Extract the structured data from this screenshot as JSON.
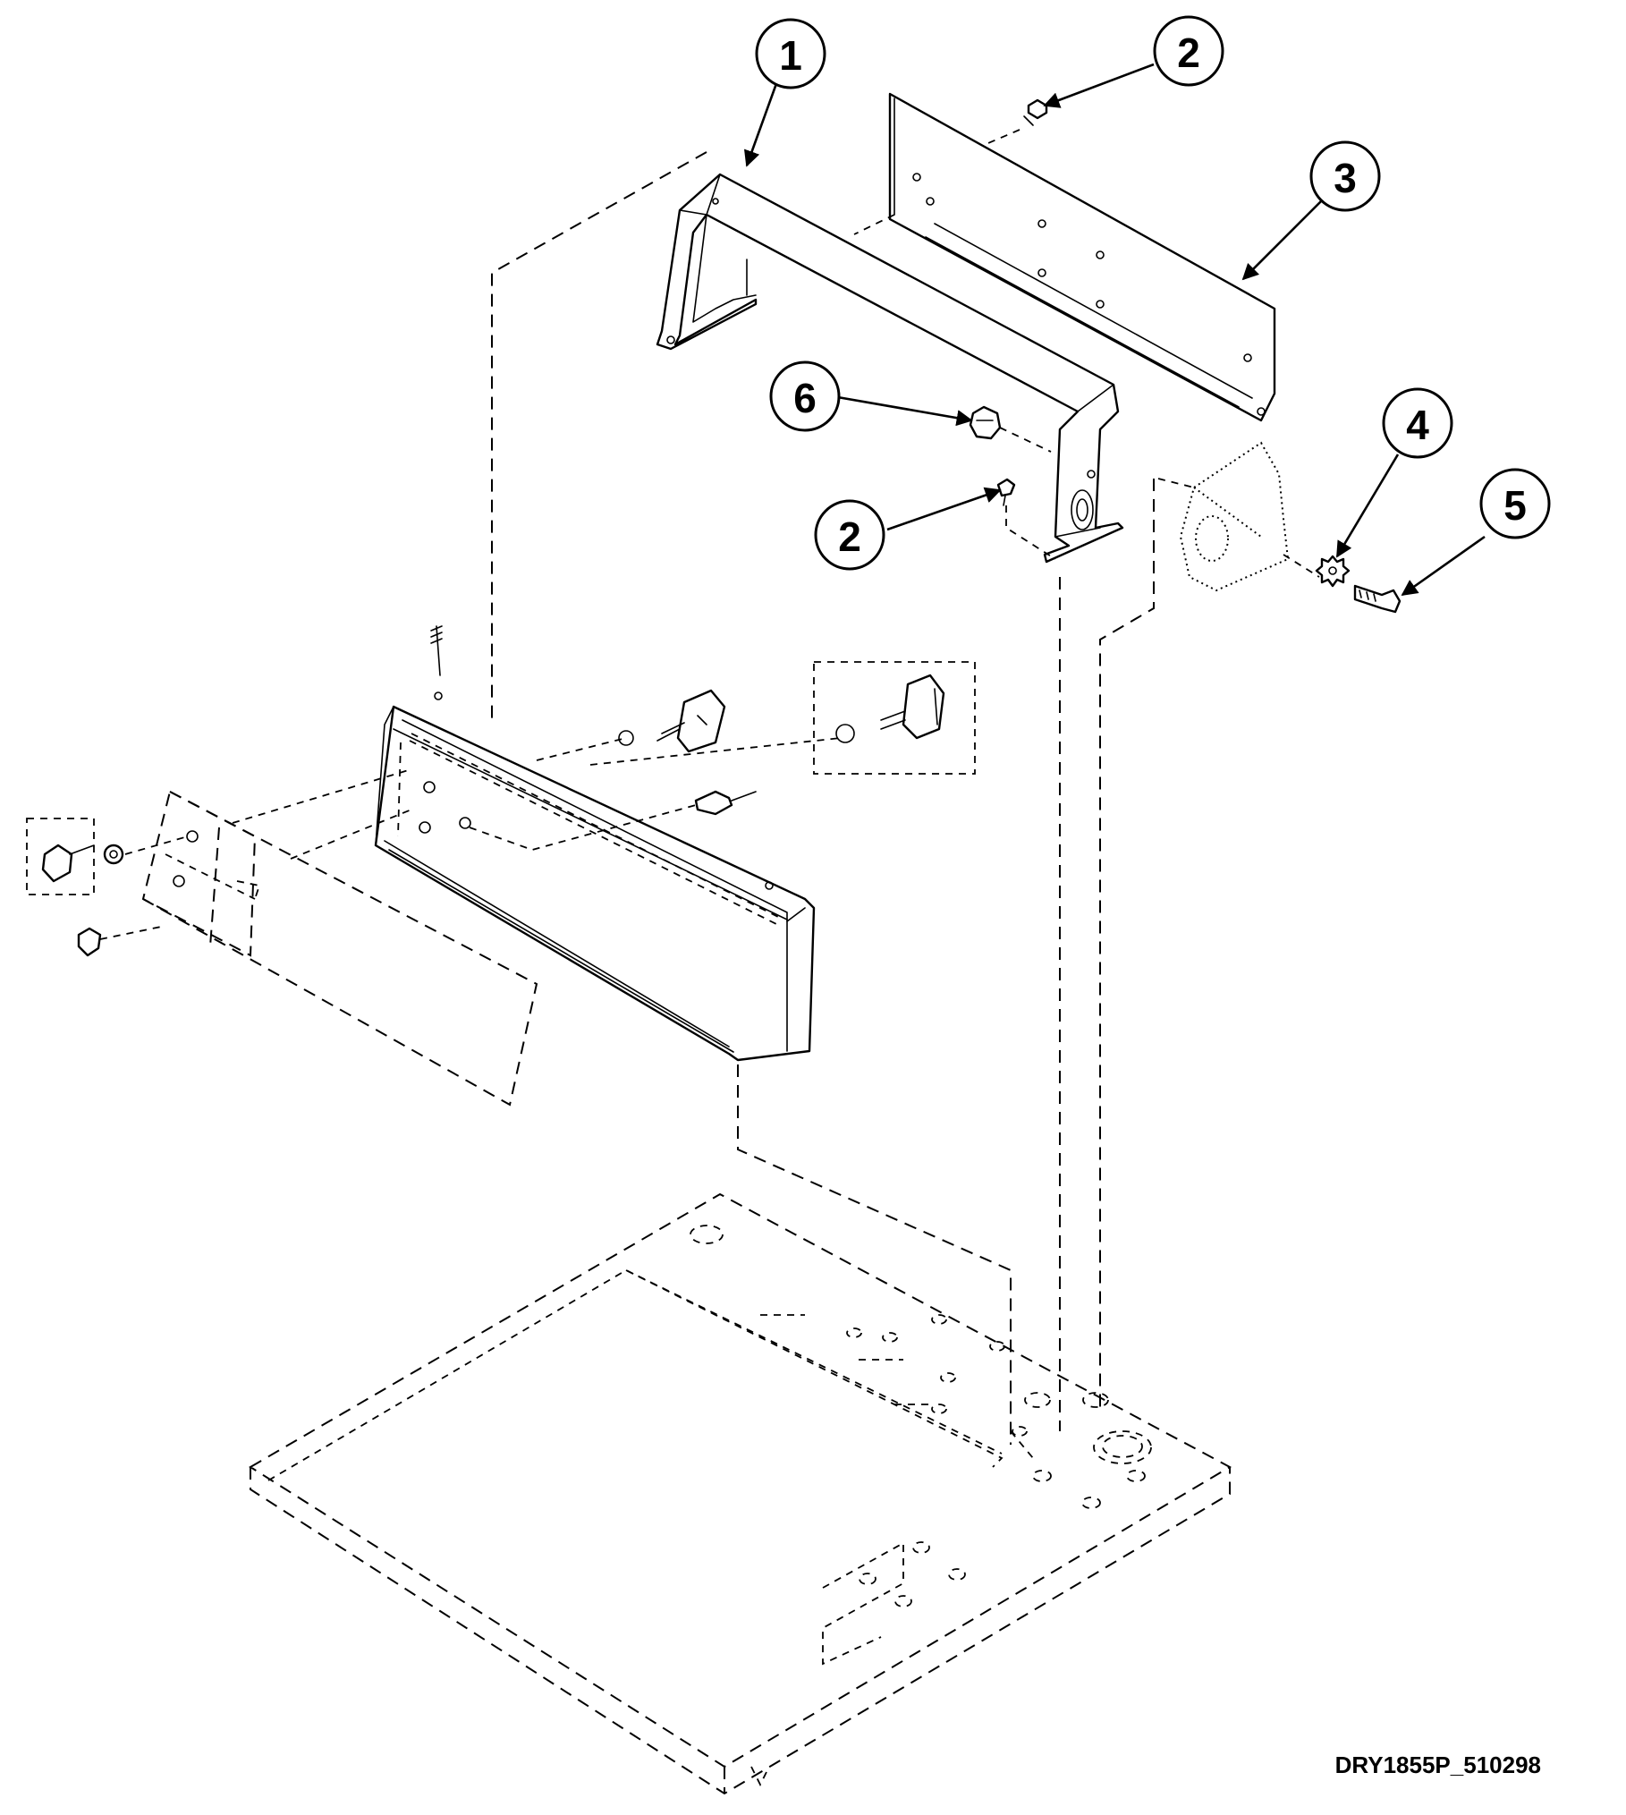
{
  "callouts": [
    {
      "label": "1"
    },
    {
      "label": "2"
    },
    {
      "label": "3"
    },
    {
      "label": "6"
    },
    {
      "label": "4"
    },
    {
      "label": "5"
    },
    {
      "label": "2"
    }
  ],
  "reference_code": "DRY1855P_510298"
}
